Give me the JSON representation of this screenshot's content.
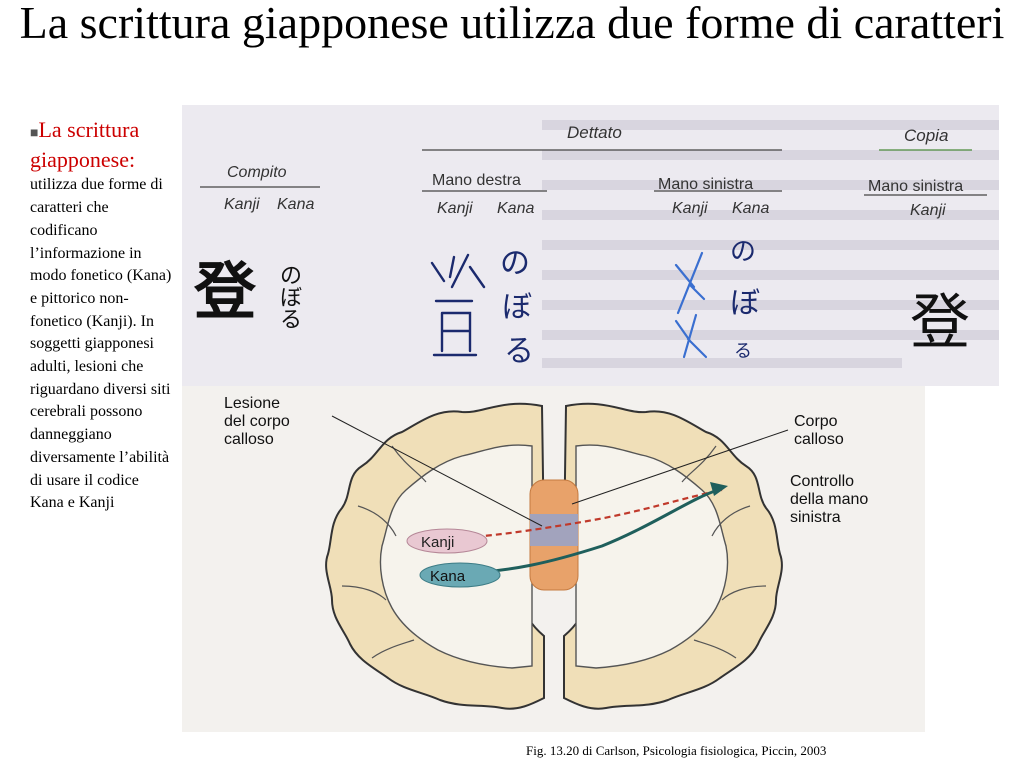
{
  "slide": {
    "title": "La scrittura giapponese utilizza due forme di caratteri",
    "bullet_heading": "La scrittura giapponese:",
    "bullet_body": "utilizza due forme di caratteri che codificano l’informazione in modo fonetico (Kana) e pittorico non-fonetico (Kanji). In soggetti giapponesi adulti, lesioni che riguardano diversi siti cerebrali possono danneggiano diversamente l’abilità di usare il codice Kana e Kanji",
    "caption": "Fig. 13.20 di Carlson, Psicologia fisiologica, Piccin, 2003"
  },
  "handwriting_figure": {
    "dettato": "Dettato",
    "copia": "Copia",
    "compito": "Compito",
    "mano_destra": "Mano destra",
    "mano_sinistra": "Mano sinistra",
    "kanji": "Kanji",
    "kana": "Kana",
    "kanji_glyph": "登",
    "kana_glyphs": [
      "の",
      "ぼ",
      "る"
    ]
  },
  "brain_figure": {
    "lesione": [
      "Lesione",
      "del corpo",
      "calloso"
    ],
    "corpo_calloso": [
      "Corpo",
      "calloso"
    ],
    "controllo": [
      "Controllo",
      "della mano",
      "sinistra"
    ],
    "kanji": "Kanji",
    "kana": "Kana",
    "colors": {
      "kanji_oval": "#e9c8d2",
      "kana_oval": "#6aa9b4",
      "callosum": "#e8a26a",
      "lesion": "#9aa3c6",
      "arrow": "#1f5f5c",
      "dashed": "#c0392b",
      "cortex": "#f0dfb8"
    }
  }
}
